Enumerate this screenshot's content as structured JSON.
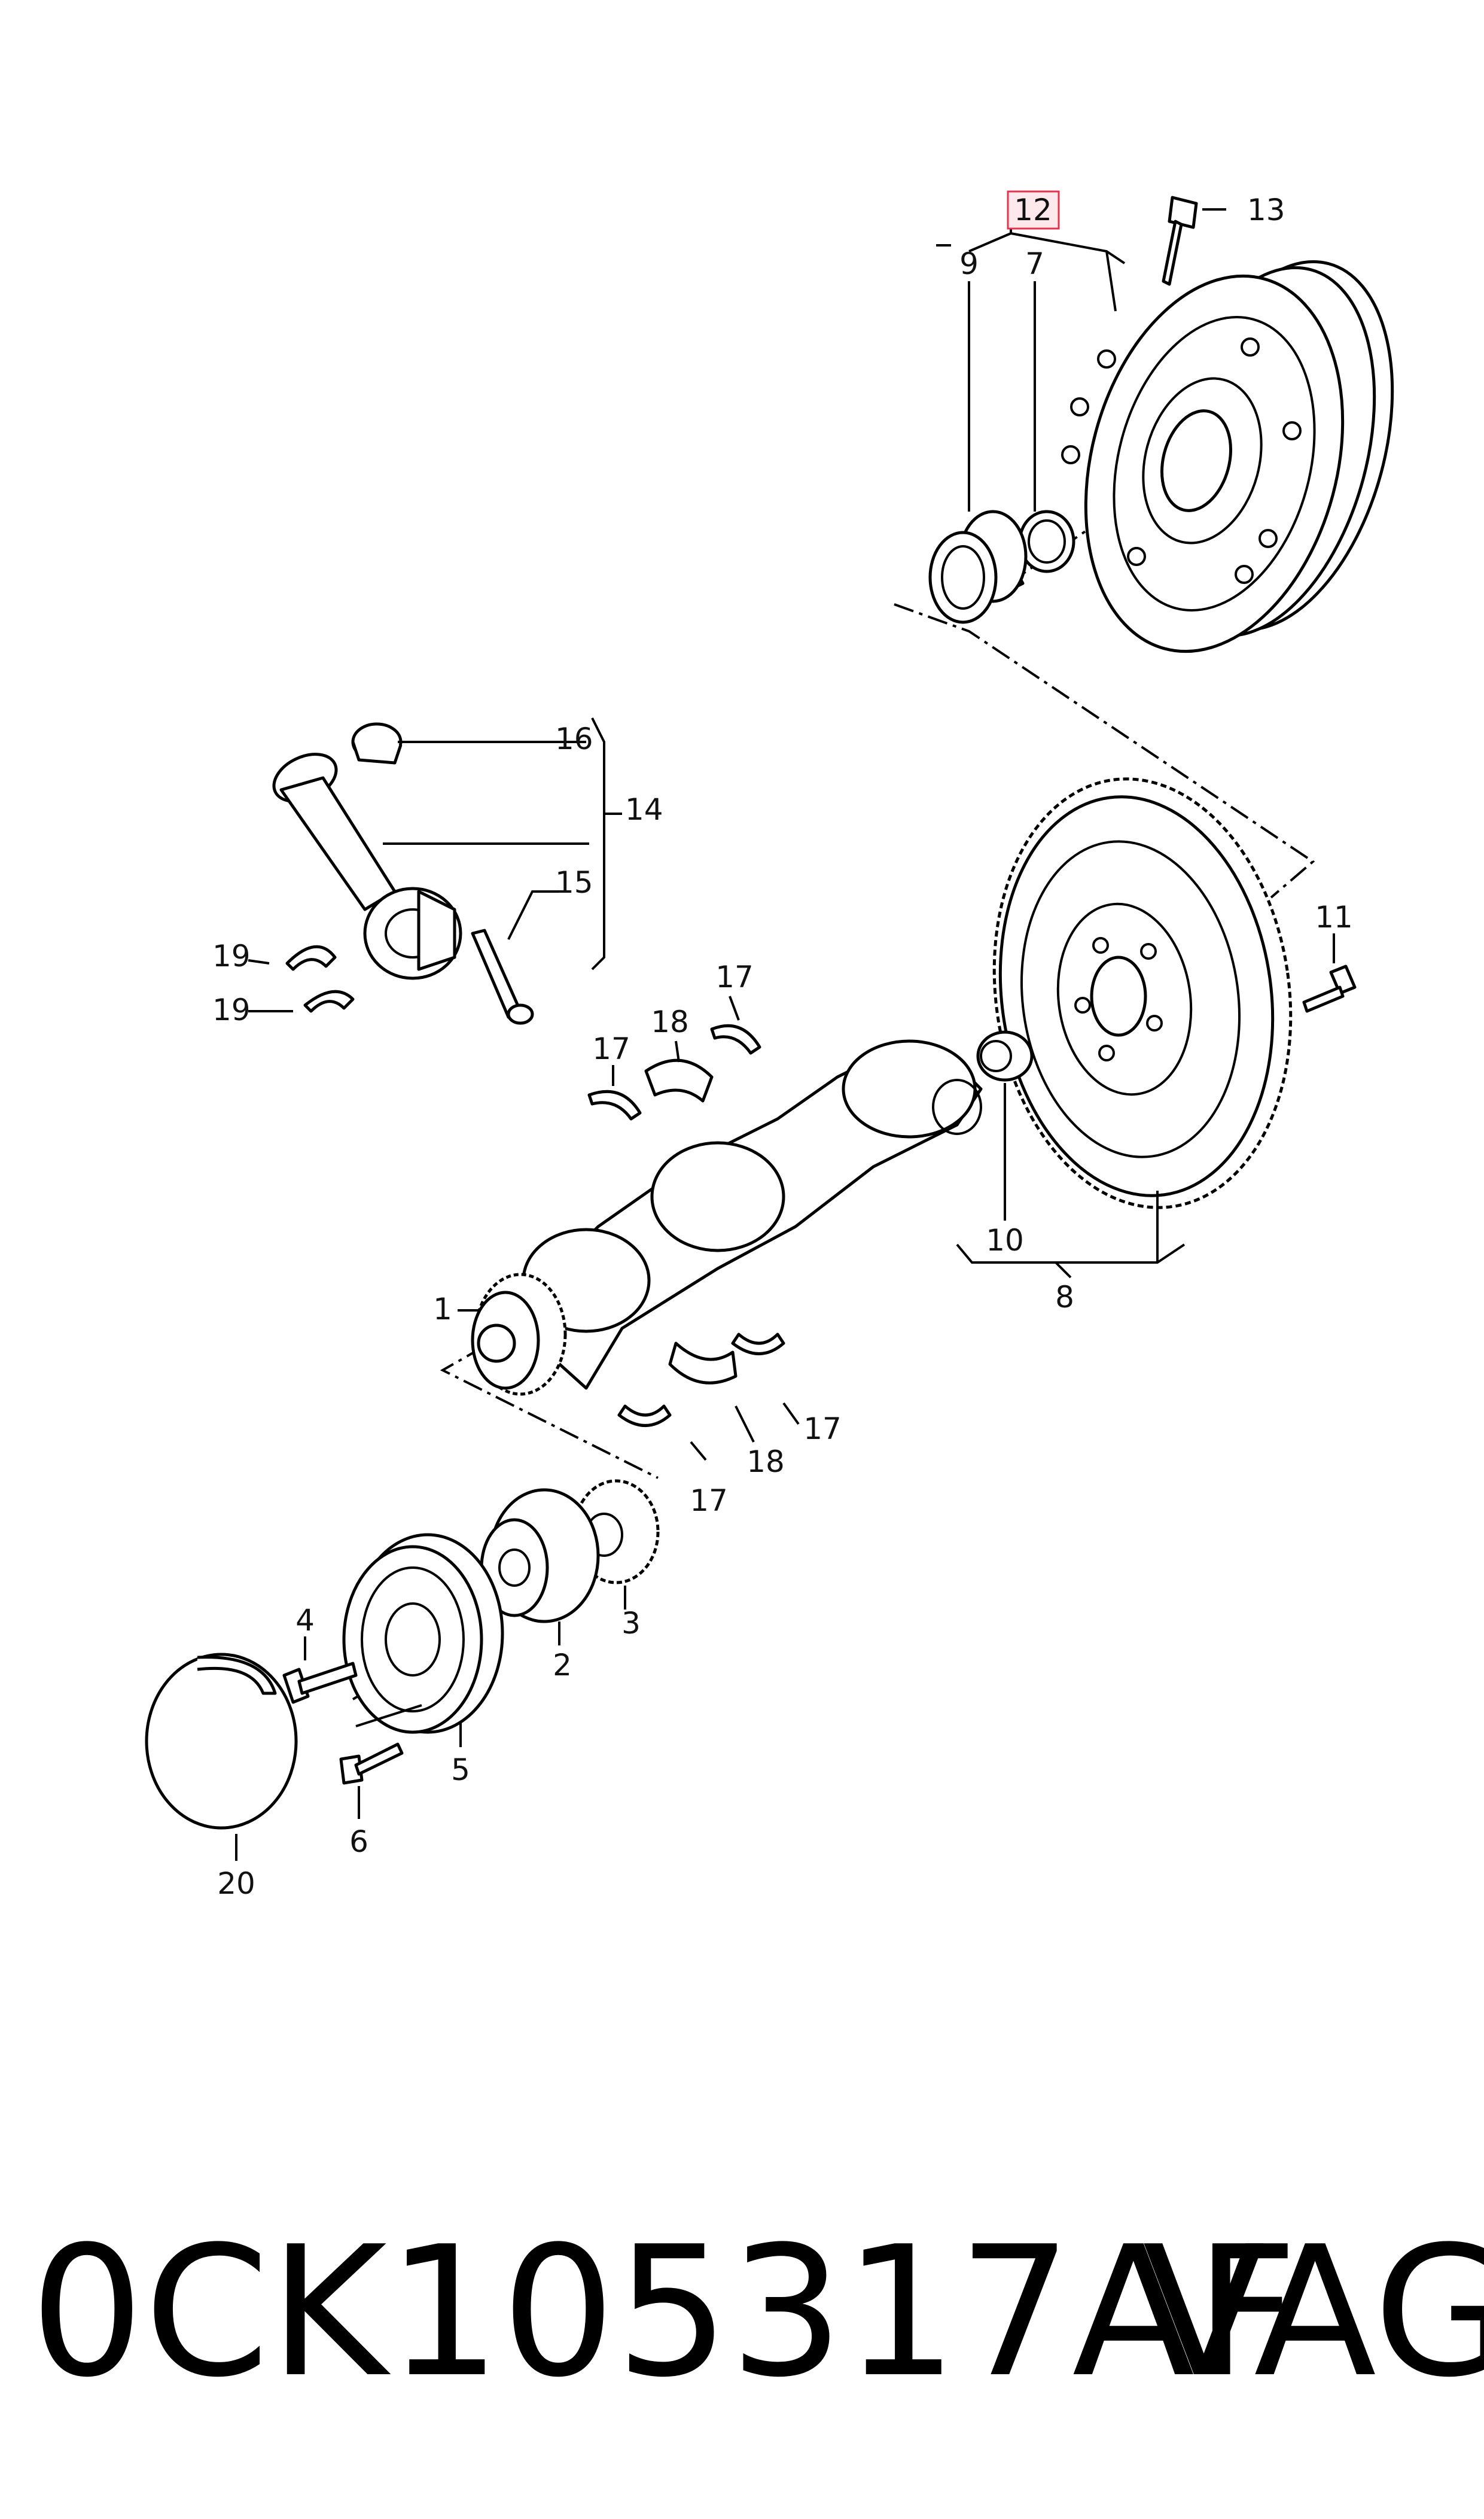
{
  "diagram": {
    "callouts": {
      "c1": "1",
      "c2": "2",
      "c3": "3",
      "c4": "4",
      "c5": "5",
      "c6": "6",
      "c7": "7",
      "c8": "8",
      "c9": "9",
      "c10": "10",
      "c11": "11",
      "c12": "12",
      "c13": "13",
      "c14": "14",
      "c15": "15",
      "c16": "16",
      "c17a": "17",
      "c17b": "17",
      "c17c": "17",
      "c17d": "17",
      "c18a": "18",
      "c18b": "18",
      "c19a": "19",
      "c19b": "19",
      "c20": "20"
    },
    "highlighted_callout": "12",
    "highlight_color": "#e2334f"
  },
  "footer": {
    "part_number": "0CK105317AF",
    "brand": "VAG"
  }
}
